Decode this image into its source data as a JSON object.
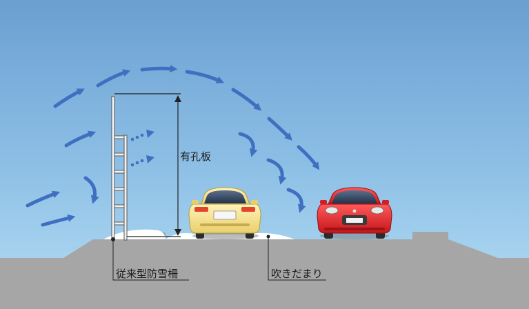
{
  "labels": {
    "perforated_plate": "有孔板",
    "conventional_fence": "従来型防雪柵",
    "snowdrift": "吹きだまり"
  },
  "colors": {
    "sky_top": "#6b9fd1",
    "sky_bottom": "#a9d6f0",
    "ground": "#a6a6a6",
    "arrow": "#3f6fc0",
    "car_front": "#f4e28f",
    "car_back": "#e0262b"
  },
  "icons": {
    "wind": "wind-arrow-icon",
    "swirl": "eddy-arrow-icon",
    "car": "car-icon"
  }
}
